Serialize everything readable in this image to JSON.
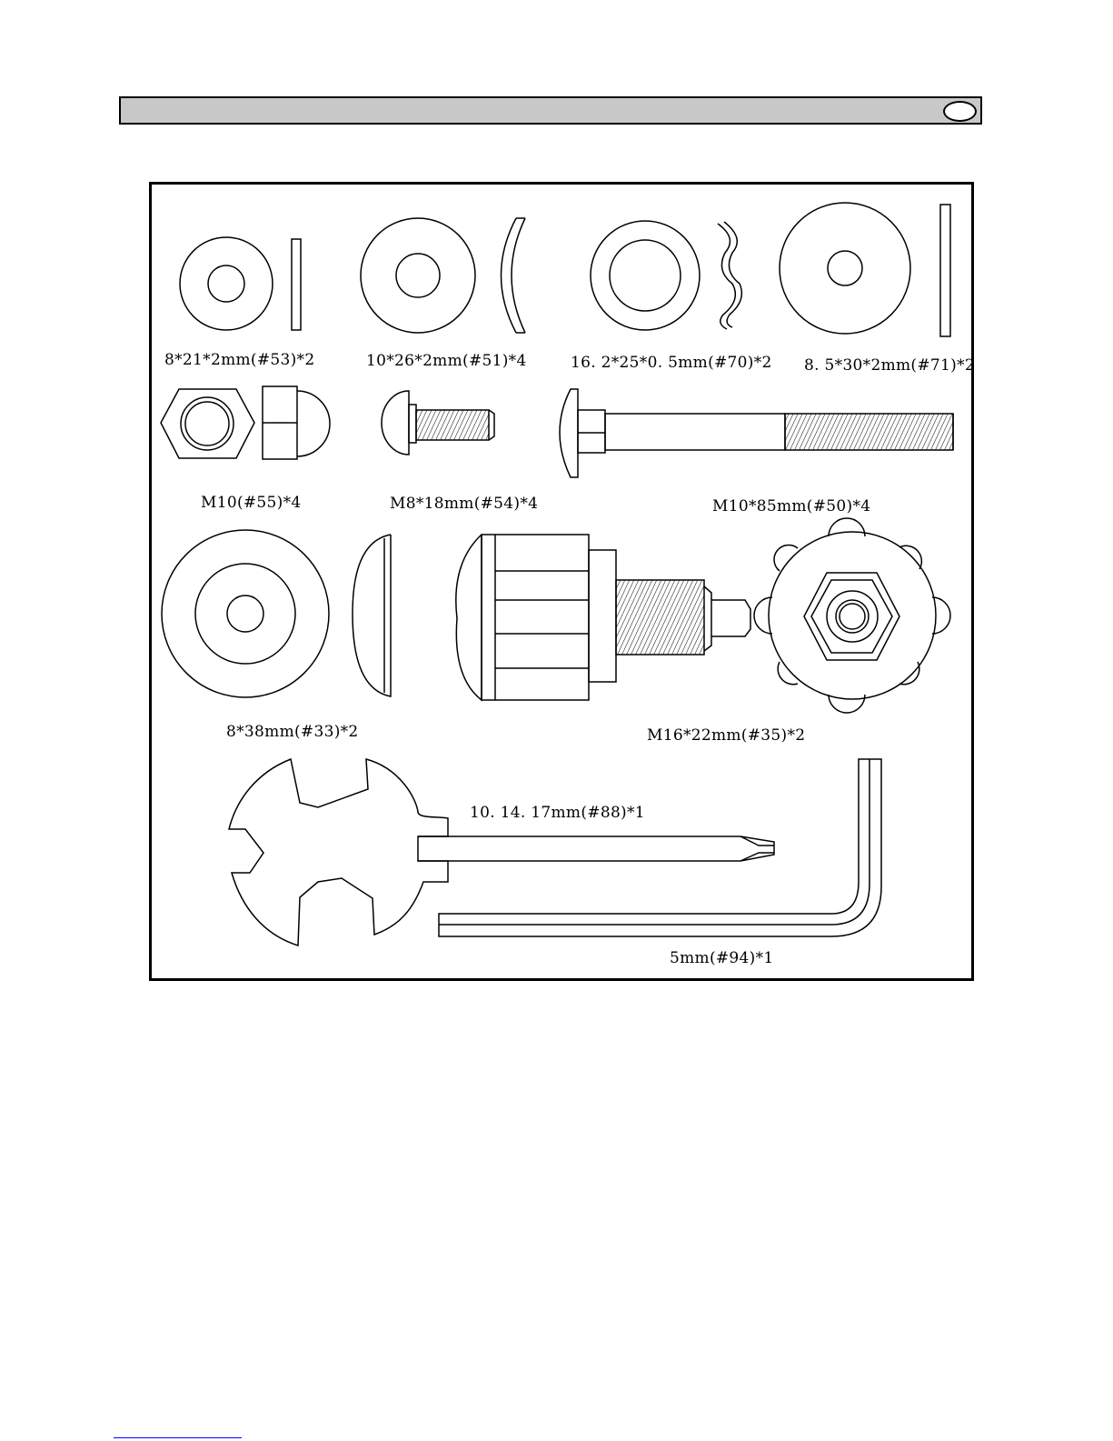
{
  "parts": [
    {
      "id": "washer-53",
      "label": "8*21*2mm(#53)*2"
    },
    {
      "id": "curved-washer-51",
      "label": "10*26*2mm(#51)*4"
    },
    {
      "id": "wave-washer-70",
      "label": "16. 2*25*0. 5mm(#70)*2"
    },
    {
      "id": "flat-washer-71",
      "label": "8. 5*30*2mm(#71)*2"
    },
    {
      "id": "dome-nut-55",
      "label": "M10(#55)*4"
    },
    {
      "id": "bolt-54",
      "label": "M8*18mm(#54)*4"
    },
    {
      "id": "carriage-bolt-50",
      "label": "M10*85mm(#50)*4"
    },
    {
      "id": "cap-washer-33",
      "label": "8*38mm(#33)*2"
    },
    {
      "id": "knob-35",
      "label": "M16*22mm(#35)*2"
    },
    {
      "id": "wrench-88",
      "label": "10. 14. 17mm(#88)*1"
    },
    {
      "id": "hex-key-94",
      "label": "5mm(#94)*1"
    }
  ]
}
